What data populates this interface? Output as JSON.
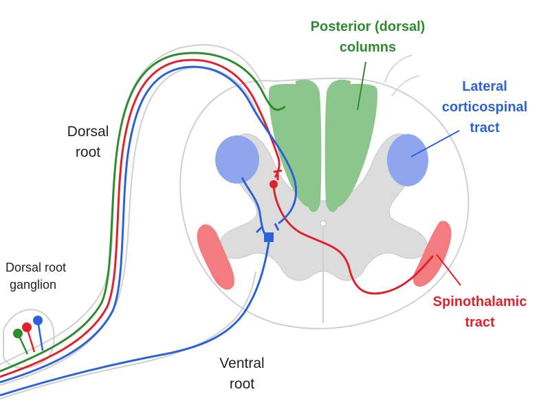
{
  "labels": {
    "posterior_line1": "Posterior (dorsal)",
    "posterior_line2": "columns",
    "lateral_line1": "Lateral",
    "lateral_line2": "corticospinal",
    "lateral_line3": "tract",
    "dorsal_root_line1": "Dorsal",
    "dorsal_root_line2": "root",
    "ganglion_line1": "Dorsal root",
    "ganglion_line2": "ganglion",
    "ventral_line1": "Ventral",
    "ventral_line2": "root",
    "spino_line1": "Spinothalamic",
    "spino_line2": "tract"
  },
  "colors": {
    "posterior_columns": "#8cc68c",
    "corticospinal": "#8fa6ef",
    "spinothalamic": "#f27c80",
    "grey_matter": "#dcdcdc",
    "green_fiber": "#2e8b2e",
    "red_fiber": "#e0202a",
    "blue_fiber": "#2b63d6"
  }
}
